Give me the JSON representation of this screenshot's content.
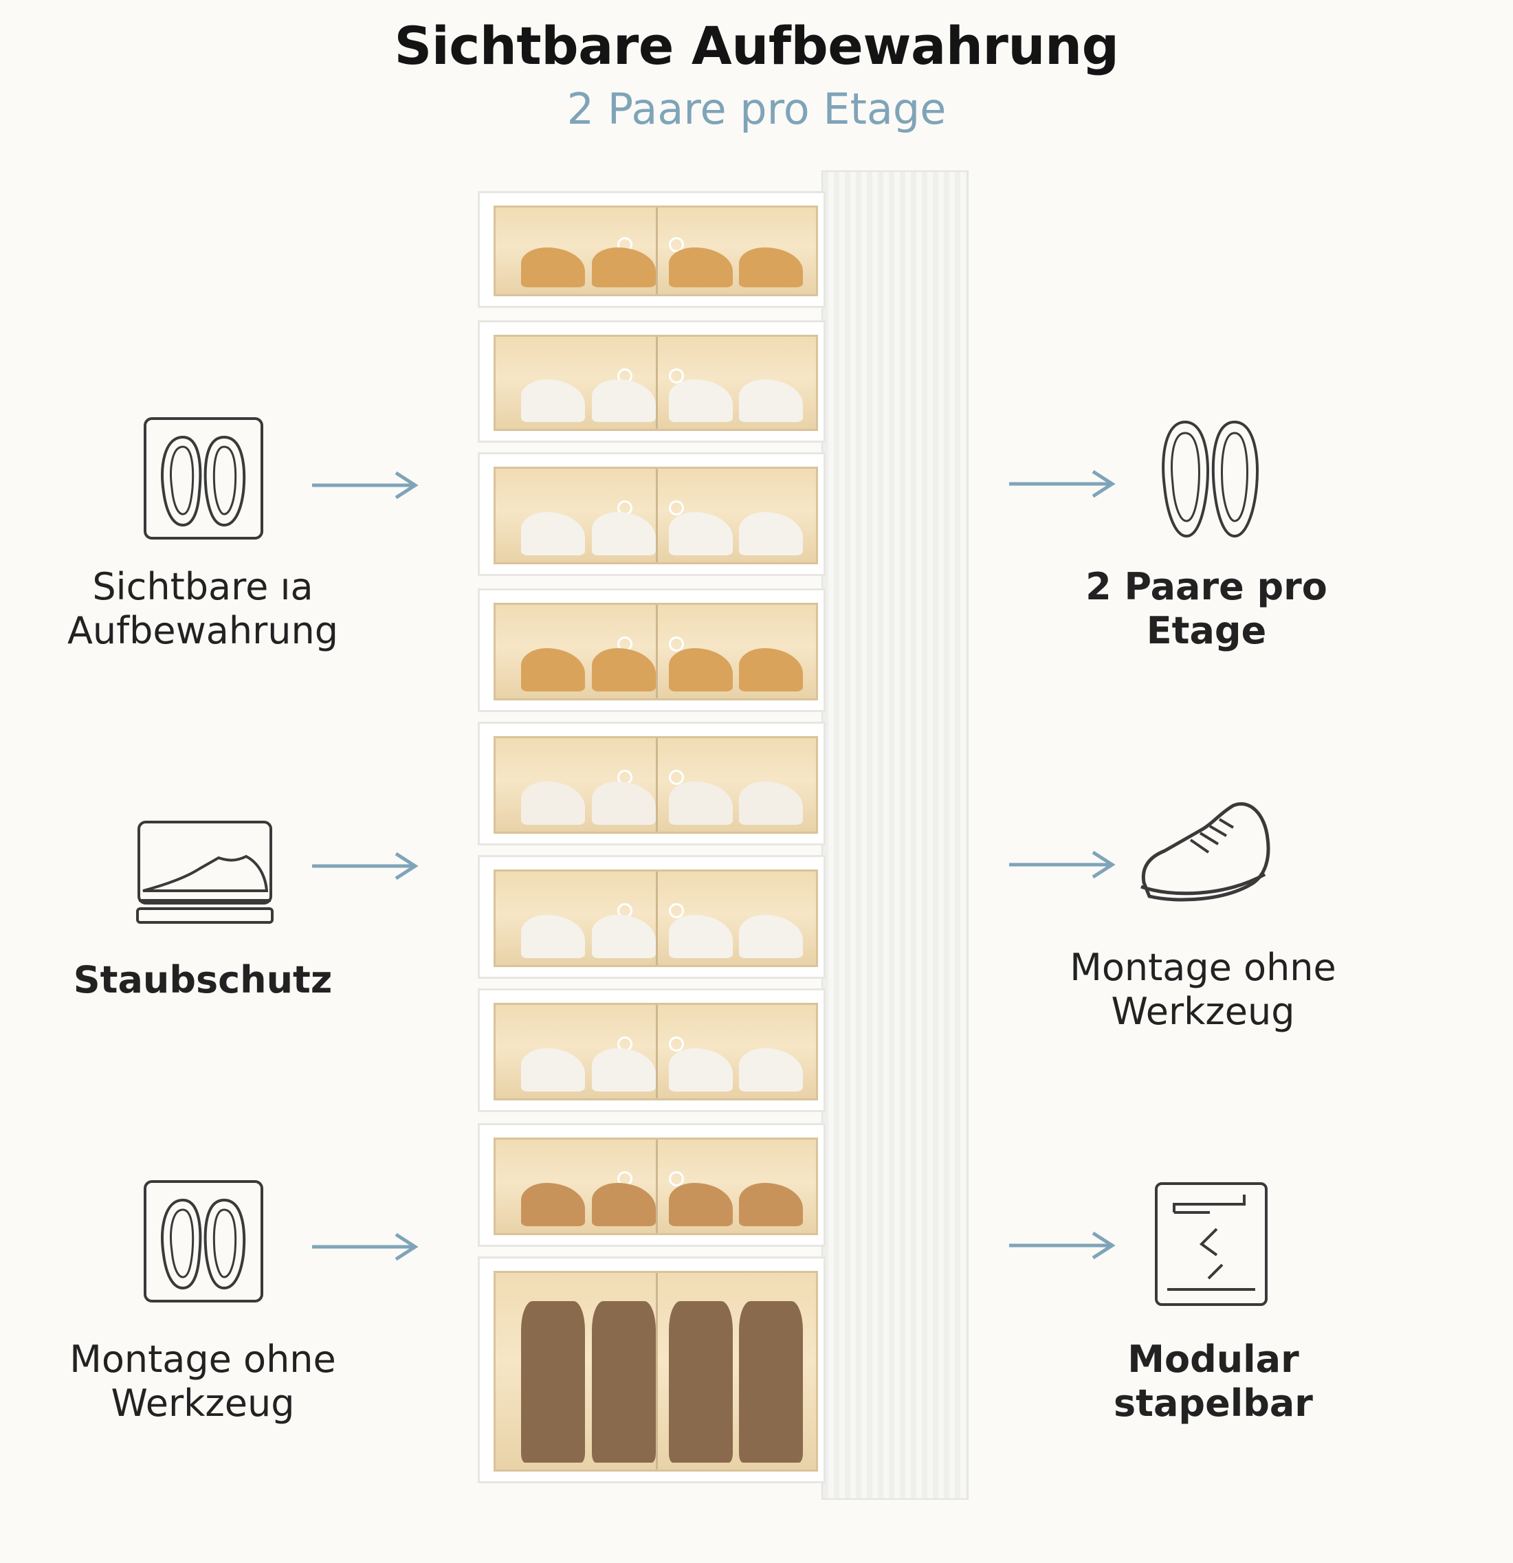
{
  "header": {
    "title": "Sichtbare Aufbewahrung",
    "subtitle": "2 Paare pro Etage"
  },
  "features_left": [
    {
      "icon": "slippers-icon",
      "label_line1": "Sichtbare ıa",
      "label_line2": "Aufbewahrung",
      "bold": false
    },
    {
      "icon": "shoe-box-icon",
      "label_line1": "Staubschutz",
      "label_line2": "",
      "bold": true
    },
    {
      "icon": "slippers-icon",
      "label_line1": "Montage ohne",
      "label_line2": "Werkzeug",
      "bold": false
    }
  ],
  "features_right": [
    {
      "icon": "slippers-icon",
      "label_line1": "2 Paare pro",
      "label_line2": "Etage",
      "bold": true
    },
    {
      "icon": "sneaker-icon",
      "label_line1": "Montage ohne",
      "label_line2": "Werkzeug",
      "bold": false
    },
    {
      "icon": "modular-panel-icon",
      "label_line1": "Modular",
      "label_line2": "stapelbar",
      "bold": true
    }
  ],
  "colors": {
    "accent": "#7fa4b8",
    "icon_stroke": "#3a3a3a",
    "drawer_glow": "#f1dcb4"
  }
}
